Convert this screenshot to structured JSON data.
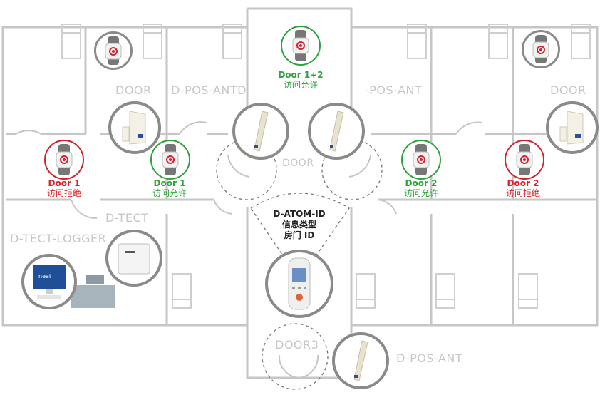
{
  "labels": {
    "door_top_left": "DOOR",
    "dposant_left": "D-POS-ANTD",
    "door_center": "DOOR",
    "pos_ant_right": "-POS-ANT",
    "door_top_right": "DOOR",
    "dtect": "D-TECT",
    "dtect_logger": "D-TECT-LOGGER",
    "door3": "DOOR3",
    "dposant_bottom": "D-POS-ANT"
  },
  "status": {
    "top_center": {
      "line1": "Door 1+2",
      "line2": "访问允许"
    },
    "left_red": {
      "line1": "Door 1",
      "line2": "访问拒绝"
    },
    "left_green": {
      "line1": "Door 1",
      "line2": "访问允许"
    },
    "right_green": {
      "line1": "Door 2",
      "line2": "访问允许"
    },
    "right_red": {
      "line1": "Door 2",
      "line2": "访问拒绝"
    }
  },
  "info_box": {
    "line1": "D-ATOM-ID",
    "line2": "信息类型",
    "line3": "房门 ID"
  },
  "device_texts": {
    "monitor_logo": "neat"
  },
  "colors": {
    "granted": "#2fa23a",
    "denied": "#d2232a",
    "neutral_ring": "#8a8a8a",
    "walls": "#c6c6c6",
    "zone_text": "#c7c7c7"
  },
  "icons": [
    "wristband-transmitter-icon",
    "door-sensor-icon",
    "antenna-icon",
    "pager-handset-icon",
    "receiver-box-icon",
    "monitor-icon"
  ]
}
